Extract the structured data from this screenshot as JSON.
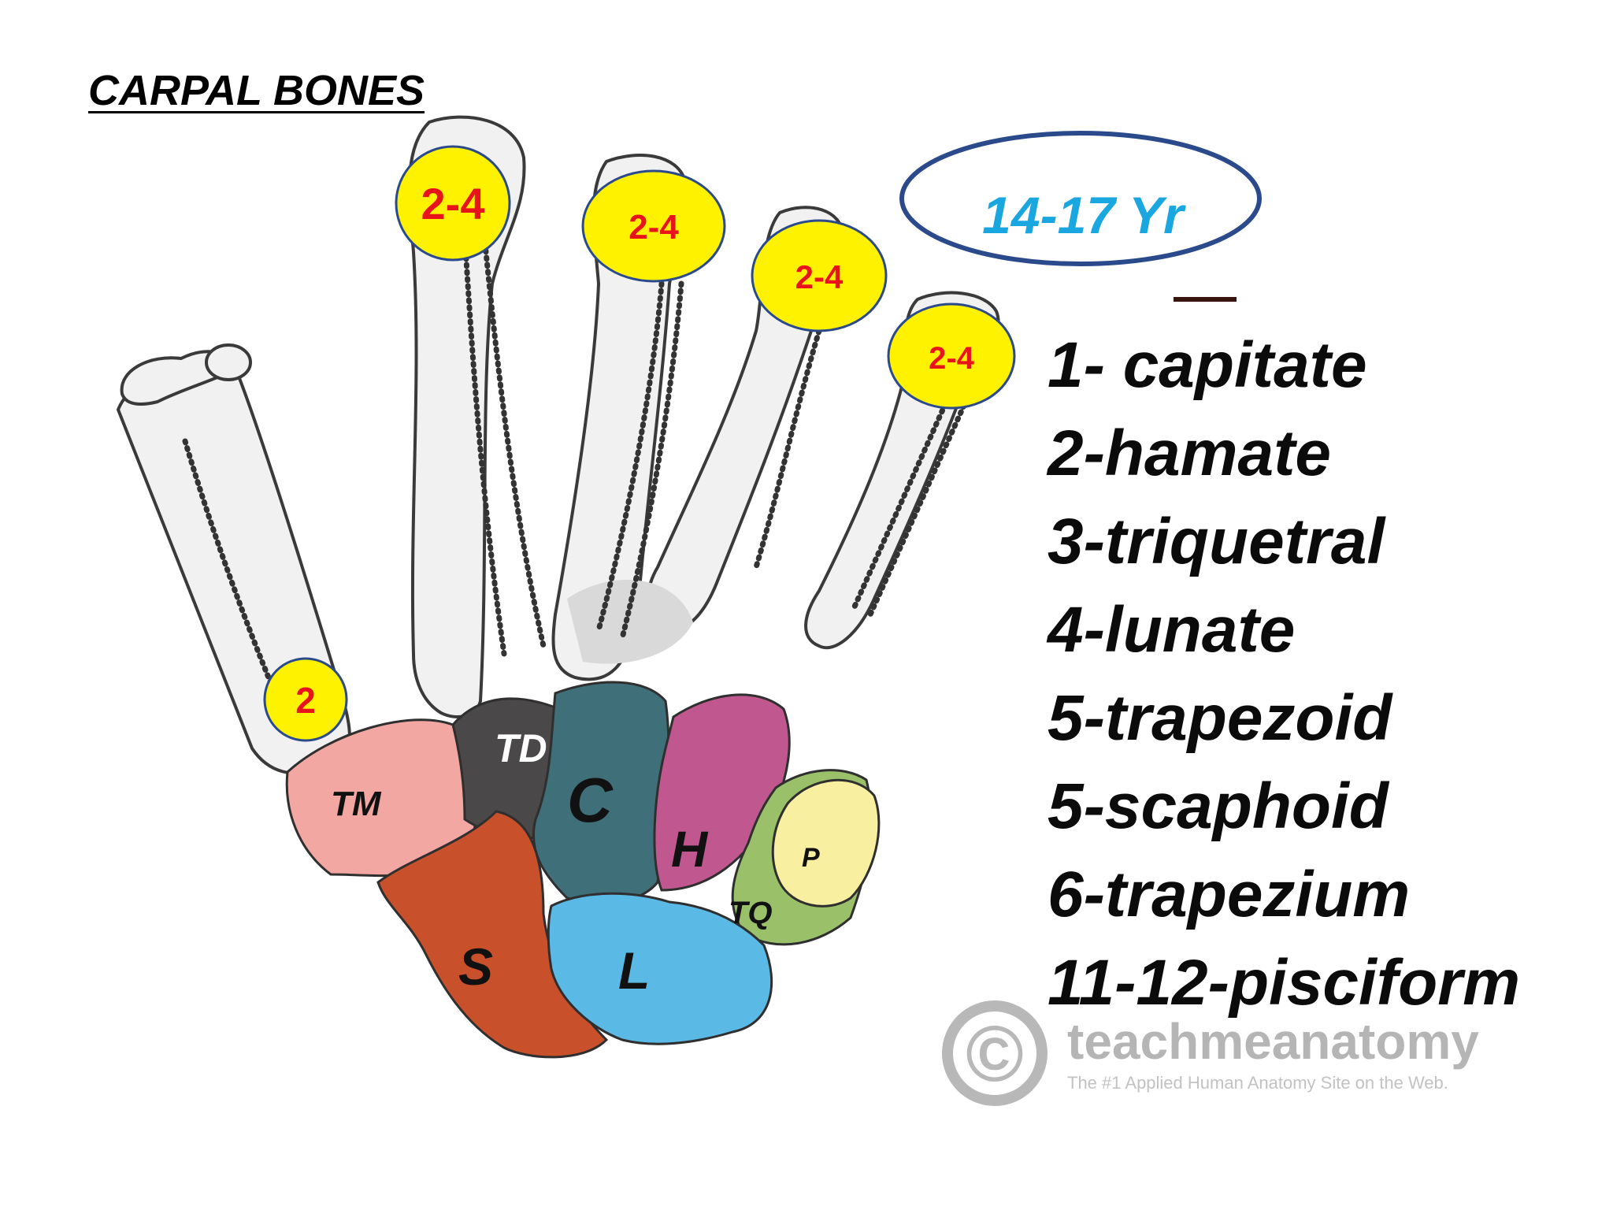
{
  "title": "CARPAL BONES",
  "age_range": "14-17 Yr",
  "badges": {
    "thumb": "2",
    "index": "2-4",
    "middle": "2-4",
    "ring": "2-4",
    "little": "2-4"
  },
  "bones": {
    "trapezium": "TM",
    "trapezoid": "TD",
    "capitate": "C",
    "hamate": "H",
    "pisiform": "P",
    "triquetral": "TQ",
    "scaphoid": "S",
    "lunate": "L"
  },
  "legend": [
    "1- capitate",
    "2-hamate",
    "3-triquetral",
    "4-lunate",
    "5-trapezoid",
    "5-scaphoid",
    "6-trapezium",
    "11-12-pisciform"
  ],
  "watermark": {
    "symbol": "©",
    "name": "teachmeanatomy",
    "tagline": "The #1 Applied Human Anatomy Site on the Web."
  },
  "colors": {
    "badge_fill": "#fff200",
    "badge_text": "#e8141b",
    "age_text": "#1aa7e0",
    "ellipse_stroke": "#2b4a8c",
    "trapezium": "#f2a7a3",
    "trapezoid": "#4a4848",
    "capitate": "#3f6f78",
    "hamate": "#c0588f",
    "pisiform": "#f8f0a0",
    "triquetral": "#9bc06a",
    "scaphoid": "#c8502a",
    "lunate": "#5bb9e6"
  }
}
